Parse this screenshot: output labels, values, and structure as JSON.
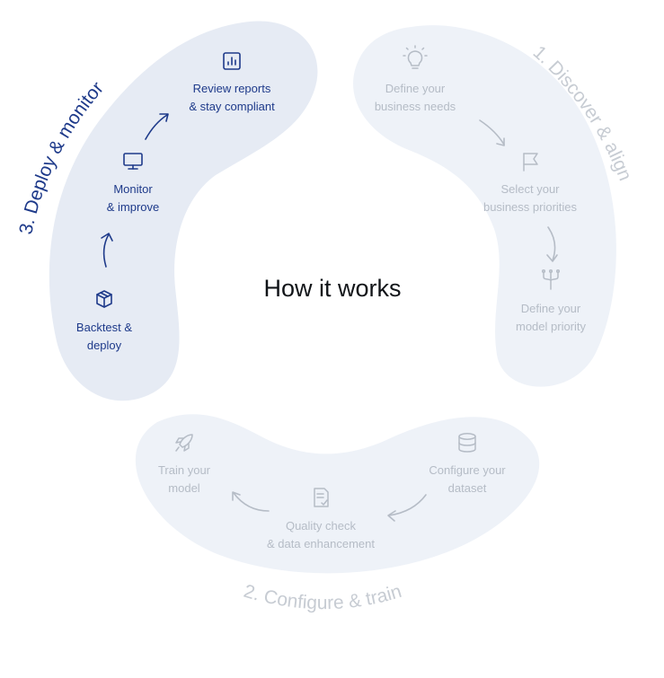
{
  "title": "How it works",
  "phases": {
    "discover": {
      "label": "1. Discover & align"
    },
    "configure": {
      "label": "2. Configure & train"
    },
    "deploy": {
      "label": "3. Deploy & monitor"
    }
  },
  "steps": {
    "define_needs": {
      "line1": "Define your",
      "line2": "business needs",
      "icon": "lightbulb-icon"
    },
    "select_priorities": {
      "line1": "Select your",
      "line2": "business priorities",
      "icon": "flag-icon"
    },
    "model_priority": {
      "line1": "Define your",
      "line2": "model priority",
      "icon": "model-fork-icon"
    },
    "configure_dataset": {
      "line1": "Configure your",
      "line2": "dataset",
      "icon": "database-icon"
    },
    "quality_check": {
      "line1": "Quality check",
      "line2": "& data enhancement",
      "icon": "checklist-icon"
    },
    "train_model": {
      "line1": "Train your",
      "line2": "model",
      "icon": "rocket-icon"
    },
    "backtest": {
      "line1": "Backtest &",
      "line2": "deploy",
      "icon": "box-icon"
    },
    "monitor": {
      "line1": "Monitor",
      "line2": "& improve",
      "icon": "monitor-icon"
    },
    "review": {
      "line1": "Review reports",
      "line2": "& stay compliant",
      "icon": "bar-chart-icon"
    }
  },
  "colors": {
    "active": "#1e3a8a",
    "muted": "#b5bcc6",
    "blob": "#eef2f8",
    "blob_active": "#e6ebf4",
    "title": "#111418"
  }
}
